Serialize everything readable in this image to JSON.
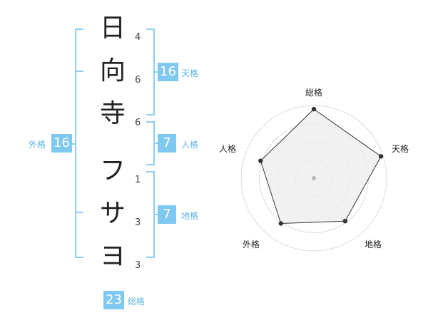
{
  "name": {
    "characters": [
      {
        "char": "日",
        "strokes": "4"
      },
      {
        "char": "向",
        "strokes": "6"
      },
      {
        "char": "寺",
        "strokes": "6"
      },
      {
        "char": "フ",
        "strokes": "1"
      },
      {
        "char": "サ",
        "strokes": "3"
      },
      {
        "char": "ヨ",
        "strokes": "3"
      }
    ]
  },
  "fortune": {
    "tenkaku": {
      "value": "16",
      "label": "天格"
    },
    "jinkaku": {
      "value": "7",
      "label": "人格"
    },
    "chikaku": {
      "value": "7",
      "label": "地格"
    },
    "gaikaku": {
      "value": "16",
      "label": "外格"
    },
    "soukaku": {
      "value": "23",
      "label": "総格"
    }
  },
  "chart_data": {
    "type": "radar",
    "axes": [
      "総格",
      "天格",
      "地格",
      "外格",
      "人格"
    ],
    "values": [
      0.95,
      0.97,
      0.73,
      0.77,
      0.77
    ],
    "range": [
      0,
      1
    ],
    "rings": 4,
    "colors": {
      "fill": "#ececec",
      "stroke": "#333333",
      "ring": "#dddddd",
      "point": "#333333",
      "center": "#bbbbbb"
    }
  }
}
